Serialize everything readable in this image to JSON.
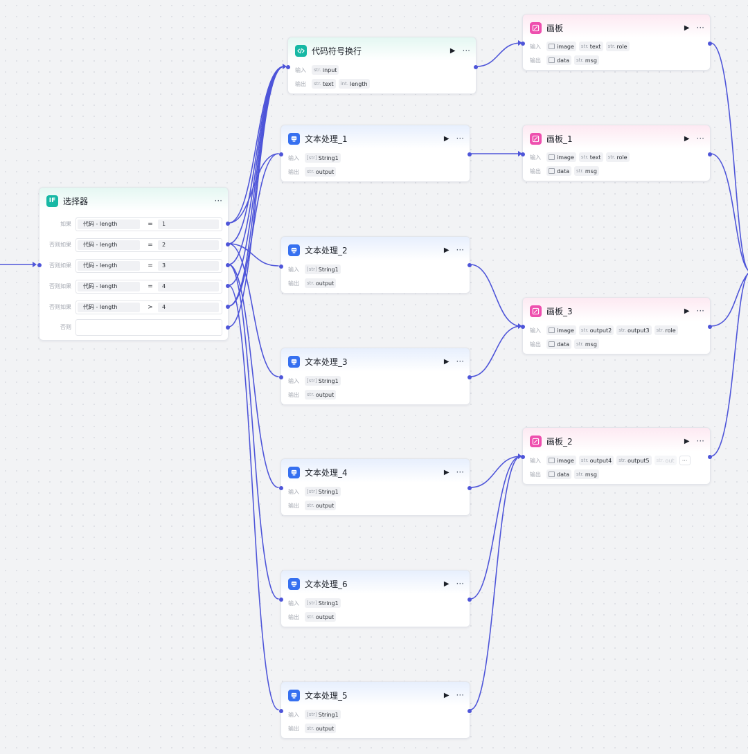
{
  "labels": {
    "input": "输入",
    "output": "输出"
  },
  "controls": {
    "run": "▶",
    "more": "···"
  },
  "selector": {
    "title": "选择器",
    "icon": "IF",
    "conditions": [
      {
        "label": "如果",
        "variable": "代码  -  length",
        "op": "=",
        "value": "1"
      },
      {
        "label": "否则如果",
        "variable": "代码  -  length",
        "op": "=",
        "value": "2"
      },
      {
        "label": "否则如果",
        "variable": "代码  -  length",
        "op": "=",
        "value": "3"
      },
      {
        "label": "否则如果",
        "variable": "代码  -  length",
        "op": "=",
        "value": "4"
      },
      {
        "label": "否则如果",
        "variable": "代码  -  length",
        "op": ">",
        "value": "4"
      }
    ],
    "else_label": "否则"
  },
  "code_node": {
    "title": "代码符号换行",
    "inputs": [
      {
        "type": "str.",
        "name": "input"
      }
    ],
    "outputs": [
      {
        "type": "str.",
        "name": "text"
      },
      {
        "type": "int.",
        "name": "length"
      }
    ]
  },
  "text_nodes": [
    {
      "title": "文本处理_1",
      "input_type": "[str]",
      "input": "String1",
      "output_type": "str.",
      "output": "output"
    },
    {
      "title": "文本处理_2",
      "input_type": "[str]",
      "input": "String1",
      "output_type": "str.",
      "output": "output"
    },
    {
      "title": "文本处理_3",
      "input_type": "[str]",
      "input": "String1",
      "output_type": "str.",
      "output": "output"
    },
    {
      "title": "文本处理_4",
      "input_type": "[str]",
      "input": "String1",
      "output_type": "str.",
      "output": "output"
    },
    {
      "title": "文本处理_6",
      "input_type": "[str]",
      "input": "String1",
      "output_type": "str.",
      "output": "output"
    },
    {
      "title": "文本处理_5",
      "input_type": "[str]",
      "input": "String1",
      "output_type": "str.",
      "output": "output"
    }
  ],
  "board_nodes": [
    {
      "title": "画板",
      "inputs": [
        "image",
        "text",
        "role"
      ],
      "outputs": [
        "data",
        "msg"
      ]
    },
    {
      "title": "画板_1",
      "inputs": [
        "image",
        "text",
        "role"
      ],
      "outputs": [
        "data",
        "msg"
      ]
    },
    {
      "title": "画板_3",
      "inputs": [
        "image",
        "output2",
        "output3",
        "role"
      ],
      "outputs": [
        "data",
        "msg"
      ]
    },
    {
      "title": "画板_2",
      "inputs": [
        "image",
        "output4",
        "output5",
        "out"
      ],
      "outputs": [
        "data",
        "msg"
      ],
      "truncated": "···"
    }
  ],
  "type_tags": {
    "str": "str.",
    "image": "img"
  },
  "colors": {
    "edge": "#4e55d9",
    "teal": "#16b8a4",
    "blue": "#3670f0",
    "pink": "#ee4fae"
  }
}
